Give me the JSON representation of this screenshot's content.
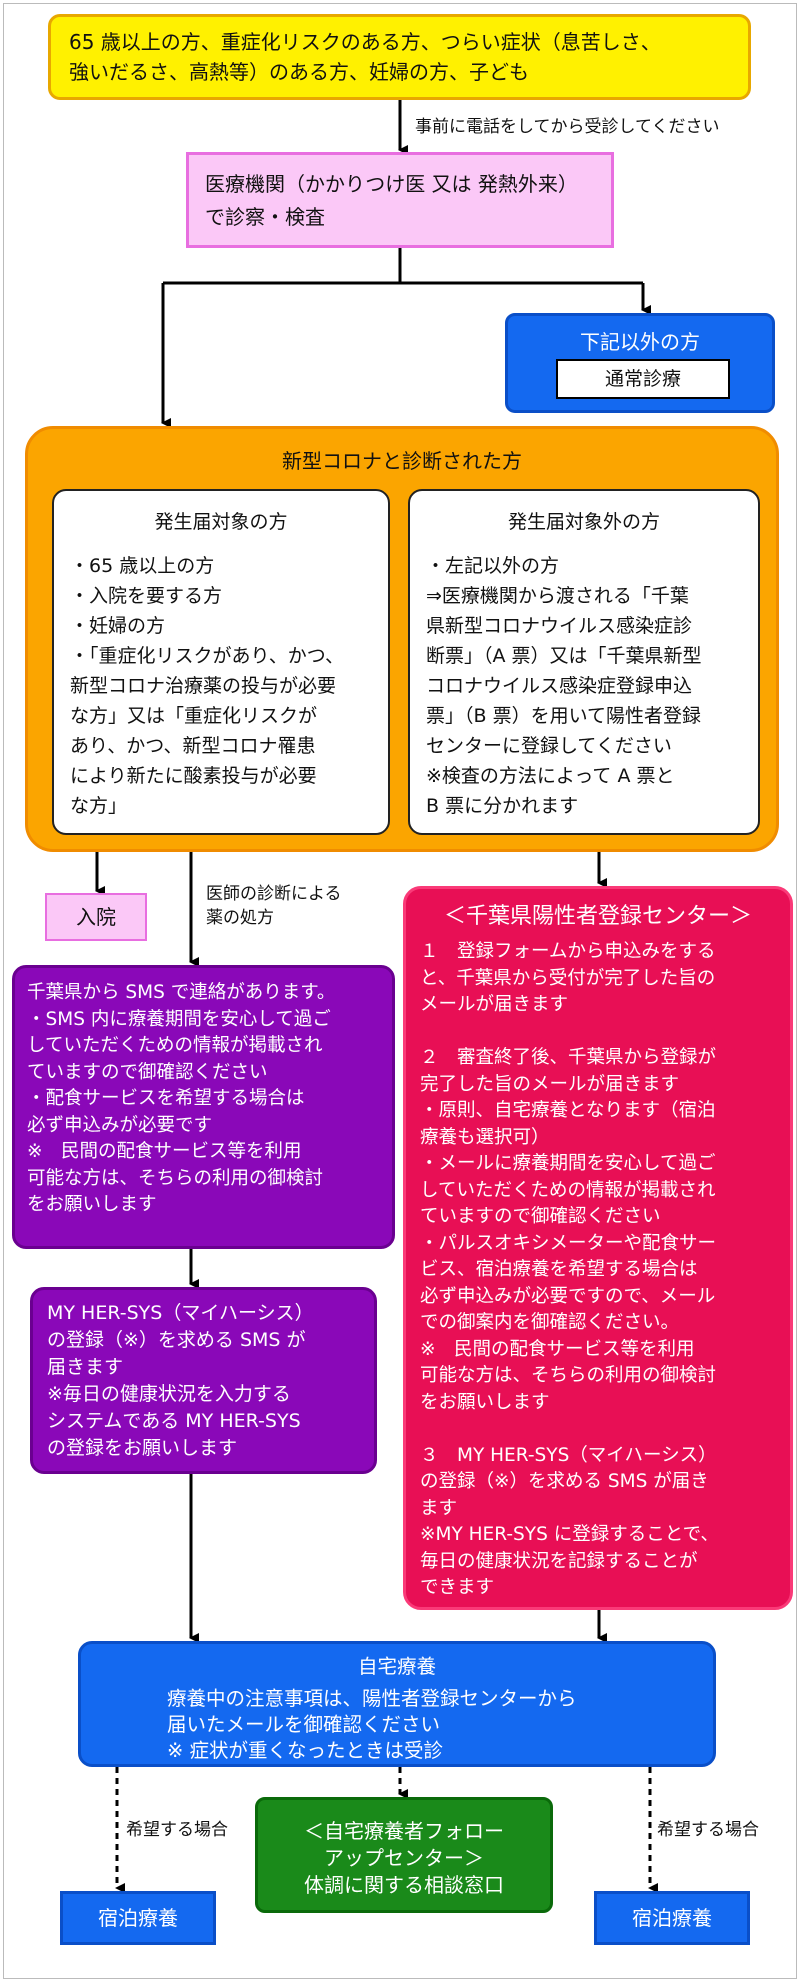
{
  "top_box": "65 歳以上の方、重症化リスクのある方、つらい症状（息苦しさ、\n強いだるさ、高熱等）のある方、妊婦の方、子ども",
  "call_label": "事前に電話をしてから受診してください",
  "medical_box": "医療機関（かかりつけ医 又は 発熱外来）\nで診察・検査",
  "other": {
    "title": "下記以外の方",
    "button": "通常診療"
  },
  "corona": {
    "title": "新型コロナと診断された方",
    "report": {
      "title": "発生届対象の方",
      "body": "・65 歳以上の方\n・入院を要する方\n・妊婦の方\n・「重症化リスクがあり、かつ、\n新型コロナ治療薬の投与が必要\nな方」又は「重症化リスクが\nあり、かつ、新型コロナ罹患\nにより新たに酸素投与が必要\nな方」"
    },
    "non_report": {
      "title": "発生届対象外の方",
      "body": "・左記以外の方\n⇒医療機関から渡される「千葉\n県新型コロナウイルス感染症診\n断票」（A 票）又は「千葉県新型\nコロナウイルス感染症登録申込\n票」（B 票）を用いて陽性者登録\nセンターに登録してください\n※検査の方法によって A 票と\nB 票に分かれます"
    }
  },
  "hospital": "入院",
  "doctor_label": "医師の診断による\n薬の処方",
  "sms_box": "千葉県から SMS で連絡があります。\n・SMS 内に療養期間を安心して過ご\nしていただくための情報が掲載され\nていますので御確認ください\n・配食サービスを希望する場合は\n必ず申込みが必要です\n※　民間の配食サービス等を利用\n可能な方は、そちらの利用の御検討\nをお願いします",
  "myher_box": "MY HER-SYS（マイハーシス）\nの登録（※）を求める SMS が\n届きます\n※毎日の健康状況を入力する\nシステムである MY HER-SYS\nの登録をお願いします",
  "center": {
    "title": "＜千葉県陽性者登録センター＞",
    "body": "１　登録フォームから申込みをする\nと、千葉県から受付が完了した旨の\nメールが届きます\n\n２　審査終了後、千葉県から登録が\n完了した旨のメールが届きます\n・原則、自宅療養となります（宿泊\n療養も選択可）\n・メールに療養期間を安心して過ご\nしていただくための情報が掲載され\nていますので御確認ください\n・パルスオキシメーターや配食サー\nビス、宿泊療養を希望する場合は\n必ず申込みが必要ですので、メール\nでの御案内を御確認ください。\n※　民間の配食サービス等を利用\n可能な方は、そちらの利用の御検討\nをお願いします\n\n３　MY HER-SYS（マイハーシス）\nの登録（※）を求める SMS が届き\nます\n※MY HER-SYS に登録することで、\n毎日の健康状況を記録することが\nできます"
  },
  "home": {
    "title": "自宅療養",
    "body": "療養中の注意事項は、陽性者登録センターから\n届いたメールを御確認ください\n※ 症状が重くなったときは受診"
  },
  "wish_left": "希望する場合",
  "wish_right": "希望する場合",
  "follow_box": "＜自宅療養者フォロー\nアップセンター＞\n体調に関する相談窓口",
  "stay_left": "宿泊療養",
  "stay_right": "宿泊療養"
}
